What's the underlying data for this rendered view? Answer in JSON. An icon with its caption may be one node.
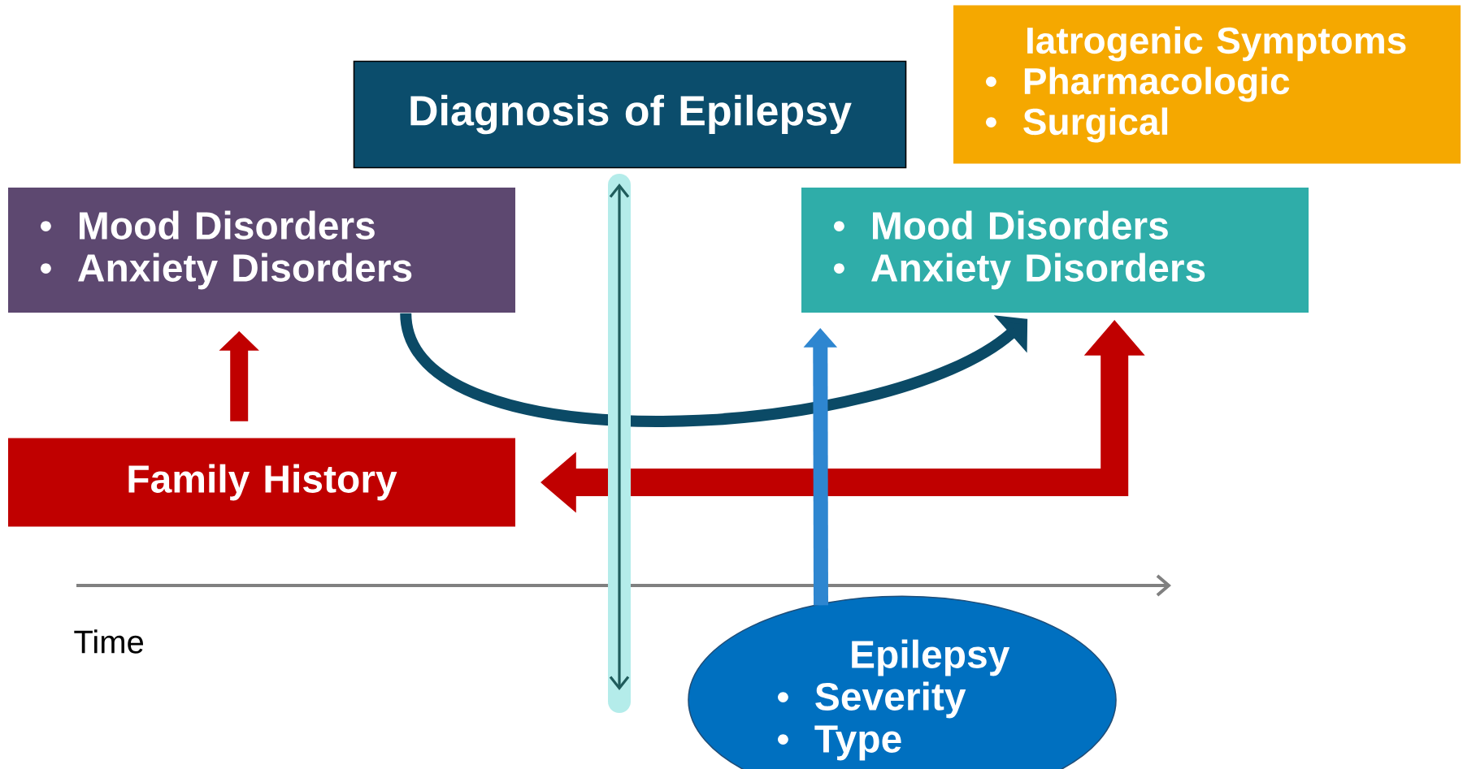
{
  "diagram": {
    "nodes": [
      {
        "text": [
          "Diagnosis of Epilepsy"
        ]
      },
      {
        "text": [
          "Iatrogenic Symptoms",
          "Pharmacologic",
          "Surgical"
        ]
      },
      {
        "text": [
          "Mood Disorders",
          "Anxiety Disorders"
        ]
      },
      {
        "text": [
          "Mood Disorders",
          "Anxiety Disorders"
        ]
      },
      {
        "text": [
          "Family History"
        ]
      },
      {
        "text": [
          "Epilepsy",
          "Severity",
          "Type"
        ]
      }
    ],
    "edges": [
      {
        "from": 4,
        "to": 2,
        "arrow": "to",
        "color": "#c00000"
      },
      {
        "from": 2,
        "to": 3,
        "arrow": "to",
        "color": "#0b4a66"
      },
      {
        "from": 4,
        "to": 3,
        "arrow": "both",
        "color": "#c00000",
        "style": "thick"
      },
      {
        "from": 5,
        "to": 3,
        "arrow": "to",
        "color": "#2e86d0"
      }
    ],
    "labels": [
      "Time"
    ]
  }
}
